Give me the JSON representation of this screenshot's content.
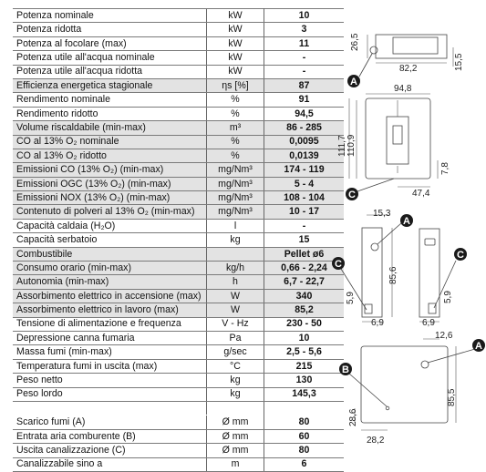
{
  "specs": [
    {
      "name": "Potenza nominale",
      "unit": "kW",
      "value": "10"
    },
    {
      "name": "Potenza ridotta",
      "unit": "kW",
      "value": "3"
    },
    {
      "name": "Potenza al focolare (max)",
      "unit": "kW",
      "value": "11"
    },
    {
      "name": "Potenza utile all'acqua nominale",
      "unit": "kW",
      "value": "-"
    },
    {
      "name": "Potenza utile all'acqua ridotta",
      "unit": "kW",
      "value": "-"
    },
    {
      "name": "Efficienza energetica stagionale",
      "unit": "ηs [%]",
      "value": "87"
    },
    {
      "name": "Rendimento nominale",
      "unit": "%",
      "value": "91"
    },
    {
      "name": "Rendimento ridotto",
      "unit": "%",
      "value": "94,5"
    },
    {
      "name": "Volume riscaldabile (min-max)",
      "unit": "m³",
      "value": "86 - 285"
    },
    {
      "name": "CO al 13% O₂ nominale",
      "unit": "%",
      "value": "0,0095"
    },
    {
      "name": "CO al 13% O₂ ridotto",
      "unit": "%",
      "value": "0,0139"
    },
    {
      "name": "Emissioni CO (13% O₂) (min-max)",
      "unit": "mg/Nm³",
      "value": "174 - 119"
    },
    {
      "name": "Emissioni OGC (13% O₂) (min-max)",
      "unit": "mg/Nm³",
      "value": "5 - 4"
    },
    {
      "name": "Emissioni NOX (13% O₂) (min-max)",
      "unit": "mg/Nm³",
      "value": "108 - 104"
    },
    {
      "name": "Contenuto di polveri al 13% O₂ (min-max)",
      "unit": "mg/Nm³",
      "value": "10 - 17"
    },
    {
      "name": "Capacità caldaia (H₂O)",
      "unit": "l",
      "value": "-"
    },
    {
      "name": "Capacità serbatoio",
      "unit": "kg",
      "value": "15"
    },
    {
      "name": "Combustibile",
      "unit": "",
      "value": "Pellet ø6"
    },
    {
      "name": "Consumo orario (min-max)",
      "unit": "kg/h",
      "value": "0,66 - 2,24"
    },
    {
      "name": "Autonomia (min-max)",
      "unit": "h",
      "value": "6,7 - 22,7"
    },
    {
      "name": "Assorbimento elettrico in accensione (max)",
      "unit": "W",
      "value": "340"
    },
    {
      "name": "Assorbimento elettrico in lavoro (max)",
      "unit": "W",
      "value": "85,2"
    },
    {
      "name": "Tensione di alimentazione e frequenza",
      "unit": "V - Hz",
      "value": "230 - 50"
    },
    {
      "name": "Depressione canna fumaria",
      "unit": "Pa",
      "value": "10"
    },
    {
      "name": "Massa fumi (min-max)",
      "unit": "g/sec",
      "value": "2,5 - 5,6"
    },
    {
      "name": "Temperatura fumi in uscita (max)",
      "unit": "°C",
      "value": "215"
    },
    {
      "name": "Peso netto",
      "unit": "kg",
      "value": "130"
    },
    {
      "name": "Peso lordo",
      "unit": "kg",
      "value": "145,3"
    },
    {
      "name": "",
      "unit": "",
      "value": ""
    },
    {
      "name": "Scarico fumi  (A)",
      "unit": "Ø mm",
      "value": "80"
    },
    {
      "name": "Entrata aria comburente  (B)",
      "unit": "Ø mm",
      "value": "60"
    },
    {
      "name": "Uscita canalizzazione  (C)",
      "unit": "Ø mm",
      "value": "80"
    },
    {
      "name": "Canalizzabile sino a",
      "unit": "m",
      "value": "6"
    }
  ],
  "dimensions": {
    "top_depth": "26,5",
    "top_width": "82,2",
    "top_right": "15,5",
    "front_width": "94,8",
    "front_height_outer": "111,7",
    "front_height_inner": "110,9",
    "front_right_height": "7,8",
    "front_offset": "47,4",
    "side_left_top": "15,3",
    "side_left_height": "85,6",
    "side_left_bottom_h": "5,9",
    "side_left_bottom_w": "6,9",
    "side_right_bottom_h": "5,9",
    "side_right_bottom_w": "6,9",
    "back_top": "12,6",
    "back_height": "85,5",
    "back_bottom_h": "28,6",
    "back_bottom_w": "28,2"
  },
  "callouts": {
    "a": "A",
    "b": "B",
    "c": "C"
  },
  "colors": {
    "shade": "#e3e3e3",
    "callout": "#1a1a1a",
    "line": "#444444"
  }
}
